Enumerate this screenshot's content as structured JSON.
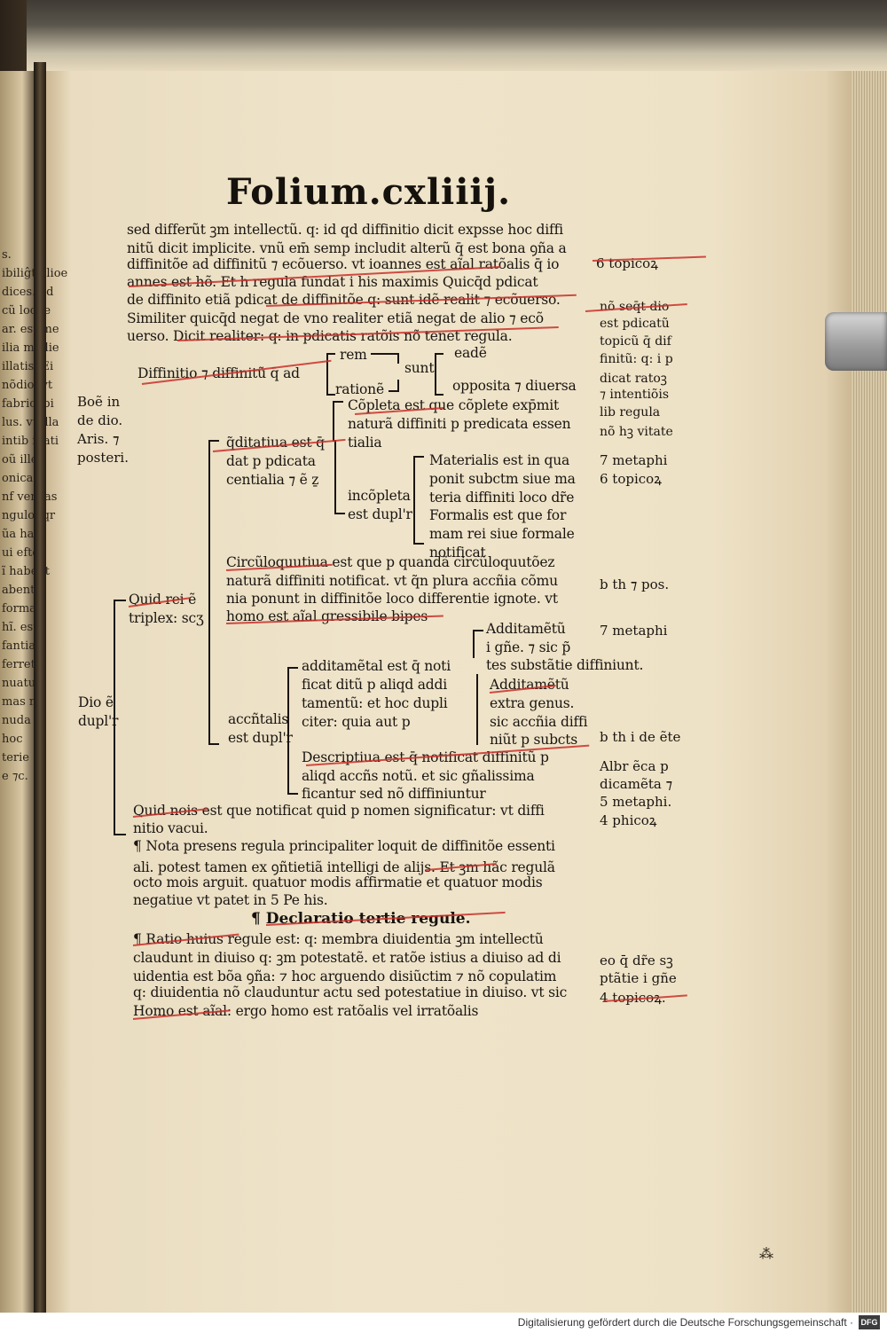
{
  "folio_title": "Folium.cxliiij.",
  "body_lines": [
    "sed differũt ꝫm intellectũ. q: id qd diffinitio dicit expsse hoc diffi",
    "nitũ dicit implicite. vnũ em̄ semp includit alterũ q̄ est bona ꝯña a",
    "diffinitõe ad diffinitũ ⁊ ecõuerso. vt ioannes est aĩal ratõalis q̄ io",
    "annes est hõ. Et h regula fundat i his maximis Quicq̄d pdicat",
    "de diffinito etiã pdicat de diffinitõe q: sunt idẽ realit ⁊ ecõuerso.",
    "Similiter quicq̄d negat de vno realiter etiã negat de alio ⁊ ecõ",
    "uerso. Dicit realiter: q: in pdicatis ratõis nõ tenet regula."
  ],
  "margin_notes": {
    "topicor_6": "6 topicoꝝ",
    "note_right_1": [
      "nõ seq̄t dio",
      "est pdicatũ",
      "topicũ q̄ dif",
      "finitũ: q: i p",
      "dicat ratoꝫ",
      "⁊ intentiõis",
      "lib regula",
      "nõ hꝫ vitate"
    ],
    "boe_note": [
      "Boẽ in",
      "de dio.",
      "Aris. ⁊",
      "posteri."
    ],
    "metaphi_topicor": [
      "7 metaphi",
      "6 topicoꝝ"
    ],
    "b_th_pos": "b th ⁊ pos.",
    "metaphi_7": "7 metaphi",
    "b_th_de_ete": "b th i de ẽte",
    "albr_note": [
      "Albr ẽca p",
      "dicamẽta ⁊",
      "5 metaphi.",
      "4 phicoꝝ"
    ],
    "eo_note": [
      "eo q̄ dr̃e sꝫ",
      "ptãtie i gñe",
      "4 topicoꝝ."
    ]
  },
  "diagram": {
    "diffinitio": "Diffinitio ⁊ diffinitũ q̄ ad",
    "rem": "rem",
    "ratione": "rationẽ",
    "sunt": "sunt",
    "eade": "eadẽ",
    "opposita": "opposita ⁊ diuersa",
    "completa": [
      "Cõpleta est que cõplete exp̄mit",
      "naturã diffiniti p predicata essen",
      "tialia"
    ],
    "quiditatiua": [
      "q̃ditatiua est q̄",
      "dat p pdicata",
      "centialia ⁊ ẽ ẕ"
    ],
    "incompleta": [
      "incõpleta",
      "est dupl'r"
    ],
    "materialis": [
      "Materialis est in qua",
      "ponit subctm siue ma",
      "teria diffiniti loco dr̃e"
    ],
    "formalis": [
      "Formalis est que for",
      "mam rei siue formale",
      "notificat"
    ],
    "circuloquutiua": [
      "Circũloquutiua est que p quandã circũloquutõez",
      "naturã diffiniti notificat. vt q̃n plura accñia cõmu",
      "nia ponunt in diffinitõe loco differentie ignote. vt",
      "homo est aĩal gressibile bipes"
    ],
    "quid_rei": [
      "Quid rei ẽ",
      "triplex: scʒ"
    ],
    "additamentu": [
      "Additamẽtũ",
      "i gñe. ⁊ sic p̃",
      "tes substãtie diffiniunt."
    ],
    "additamentalis": [
      "additamẽtal est q̄ noti",
      "ficat ditũ p aliqd addi",
      "tamentũ: et hoc dupli",
      "citer: quia aut p"
    ],
    "additamentu_extra": [
      "Additamẽtũ",
      "extra genus.",
      "sic accñia diffi",
      "niũt p subcts"
    ],
    "accntalis": [
      "accñtalis",
      "est dupl'r"
    ],
    "descriptiua": [
      "Descriptiua est q̄ notificat diffinitũ p",
      "aliqd accñs notũ. et sic gñalissima",
      "ficantur sed nõ diffiniuntur"
    ],
    "dio": [
      "Dio ẽ",
      "dupl'r"
    ],
    "quid_nois": [
      "Quid nois est que notificat quid p nomen significatur: vt diffi",
      "nitio vacui."
    ]
  },
  "nota_lines": [
    "¶ Nota presens regula principaliter loquit de diffinitõe essenti",
    "ali. potest tamen ex ꝯñtietiã intelligi de alijs. Et ꝫm hãc regulã",
    "octo mois arguit. quatuor modis affirmatie et quatuor modis",
    "negatiue vt patet in 5 Pe his."
  ],
  "heading": "¶ Declaratio tertie regule.",
  "ratio_lines": [
    "¶ Ratio huius regule est: q: membra diuidentia ꝫm intellectũ",
    "claudunt in diuiso q: ꝫm potestatẽ. et ratõe istius a diuiso ad di",
    "uidentia est bõa ꝯña: ⁊ hoc arguendo disiũctim ⁊ nõ copulatim",
    "q: diuidentia nõ clauduntur actu sed potestatiue in diuiso. vt sic",
    "Homo est aĩal: ergo homo est ratõalis vel irratõalis"
  ],
  "left_page_fragments": [
    "s.",
    "ibiliĝt alioe",
    "dices. ad",
    "cũ loche",
    "ar. est me",
    "ilia medie",
    "illatis. Ei",
    "nõdio. vt",
    "fabricabi",
    "lus. vt illa",
    "intib illati",
    "oũ ille",
    "onica",
    "nf veritas",
    "ngulo: qr",
    "ũa hab",
    "ui efte",
    "ĩ habent",
    "abentib",
    "formali",
    "hĩ. est",
    "fantia",
    "ferret",
    "nuatu",
    "mas n",
    "nuda",
    "hoc",
    "terie",
    "e ⁊c."
  ],
  "footer_text": "Digitalisierung gefördert durch die Deutsche Forschungsgemeinschaft ·",
  "footer_logo": "DFG"
}
